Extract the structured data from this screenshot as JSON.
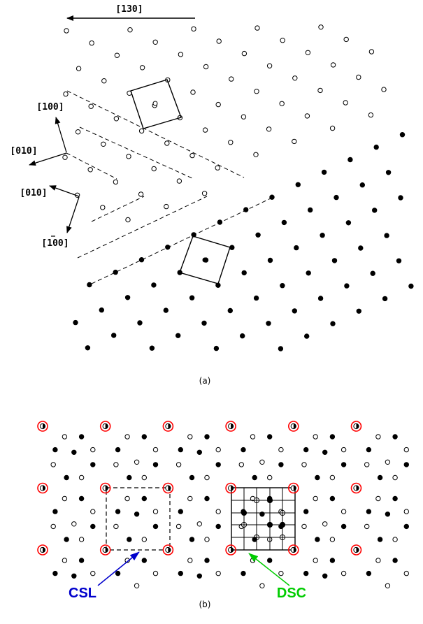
{
  "panel_a": {
    "caption": "(a)",
    "directions": {
      "top_arrow": "[130]",
      "upper_a": "[100]",
      "upper_b": "[010]",
      "lower_a": "[010]",
      "lower_b": "[100]"
    }
  },
  "panel_b": {
    "caption": "(b)",
    "csl_label": "CSL",
    "dsc_label": "DSC",
    "colors": {
      "csl": "#0000cc",
      "dsc": "#00cc00",
      "coincidence": "#ff0000"
    }
  }
}
